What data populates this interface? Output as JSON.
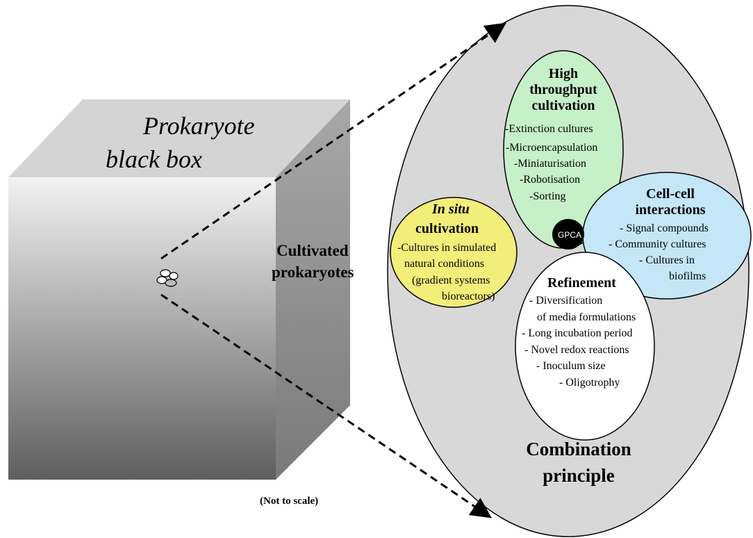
{
  "cube": {
    "title_line1": "Prokaryote",
    "title_line2": "black box"
  },
  "cultivated": {
    "line1": "Cultivated",
    "line2": "prokaryotes"
  },
  "high_throughput": {
    "title": [
      "High",
      "throughput",
      "cultivation"
    ],
    "items": [
      "-Extinction cultures",
      "-Microencapsulation",
      "-Miniaturisation",
      "-Robotisation",
      "-Sorting"
    ]
  },
  "in_situ": {
    "title_italic": "In situ",
    "title_rest": "cultivation",
    "items": [
      "-Cultures in simulated",
      "natural conditions",
      "(gradient systems",
      "bioreactors)"
    ]
  },
  "cell_cell": {
    "title": [
      "Cell-cell",
      "interactions"
    ],
    "items": [
      "- Signal compounds",
      "- Community cultures",
      "- Cultures in",
      "biofilms"
    ]
  },
  "refinement": {
    "title": "Refinement",
    "items": [
      "- Diversification",
      "of media formulations",
      "- Long incubation period",
      "- Novel redox reactions",
      "- Inoculum   size",
      "- Oligotrophy"
    ]
  },
  "gpca": "GPCA",
  "combination": {
    "line1": "Combination",
    "line2": "principle"
  },
  "note": "(Not to scale)",
  "colors": {
    "outer_ellipse": "#d8d8d8",
    "high_throughput": "#c6f0c8",
    "in_situ": "#f2ee7a",
    "cell_cell": "#c4e6f6",
    "refinement": "#ffffff",
    "gpca": "#000000"
  }
}
